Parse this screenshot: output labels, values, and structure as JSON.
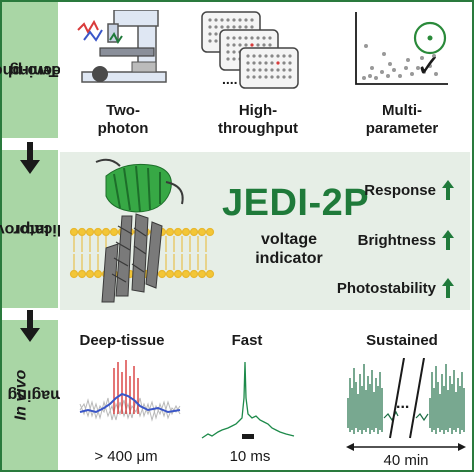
{
  "side": {
    "screening": [
      "Two-photon",
      "screening"
    ],
    "indicator": [
      "Improved",
      "indicator"
    ],
    "imaging_italic": "In vivo",
    "imaging": "imaging"
  },
  "screening": {
    "items": [
      {
        "line1": "Two-",
        "line2": "photon"
      },
      {
        "line1": "High-",
        "line2": "throughput"
      },
      {
        "line1": "Multi-",
        "line2": "parameter"
      }
    ],
    "plate_dots": "....",
    "check": "✓"
  },
  "indicator": {
    "name": "JEDI-2P",
    "sub1": "voltage",
    "sub2": "indicator",
    "properties": [
      "Response",
      "Brightness",
      "Photostability"
    ]
  },
  "imaging": {
    "panels": [
      {
        "title": "Deep-tissue",
        "caption": "> 400 μm"
      },
      {
        "title": "Fast",
        "caption": "10 ms"
      },
      {
        "title": "Sustained",
        "caption": "40 min"
      }
    ],
    "ellipsis": "..."
  },
  "colors": {
    "frame": "#2a7a3d",
    "sidebar": "#a9d6a5",
    "green": "#1f7a3a",
    "trace_green": "#1d6e45",
    "red": "#d93b3b",
    "blue": "#3a56c8"
  }
}
